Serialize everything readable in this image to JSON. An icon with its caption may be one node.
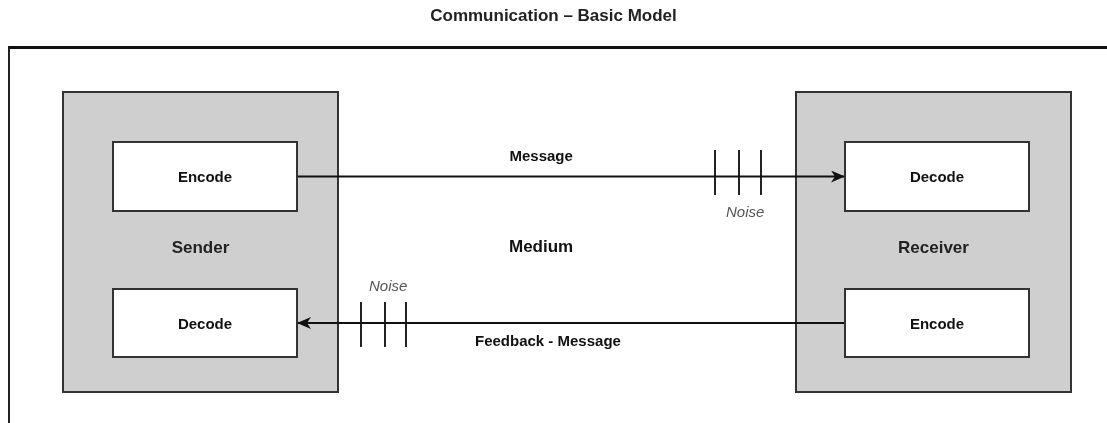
{
  "diagram": {
    "title": "Communication – Basic Model",
    "nodes": [
      {
        "text": [],
        "shape": "box"
      },
      {
        "text": [
          "Sender"
        ],
        "in": 0
      },
      {
        "text": [
          "Encode"
        ],
        "in": 1
      },
      {
        "text": [
          "Decode"
        ],
        "in": 1
      },
      {
        "text": [
          "Receiver"
        ],
        "in": 0
      },
      {
        "text": [
          "Decode"
        ],
        "in": 4
      },
      {
        "text": [
          "Encode"
        ],
        "in": 4
      }
    ],
    "edges": [
      {
        "from": 2,
        "to": 5,
        "arrow": "to",
        "label": "Message"
      },
      {
        "from": 6,
        "to": 3,
        "arrow": "to",
        "label": "Feedback - Message"
      }
    ],
    "labels": [
      "Medium",
      "Noise",
      "Noise"
    ]
  }
}
